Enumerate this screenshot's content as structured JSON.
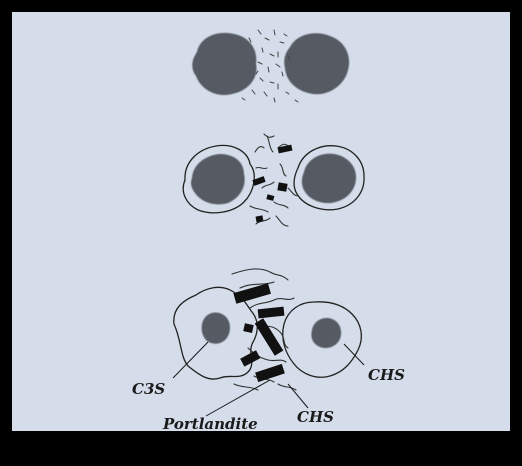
{
  "diagram": {
    "stages": [
      {
        "id": "stage-1"
      },
      {
        "id": "stage-2"
      },
      {
        "id": "stage-3"
      }
    ],
    "labels": {
      "c3s": "C3S",
      "chs_right": "CHS",
      "chs_bottom": "CHS",
      "portlandite": "Portlandite"
    },
    "colors": {
      "background_frame": "#000000",
      "paper": "#d4dde9",
      "grain": "#555a63",
      "crystal": "#111111"
    }
  }
}
